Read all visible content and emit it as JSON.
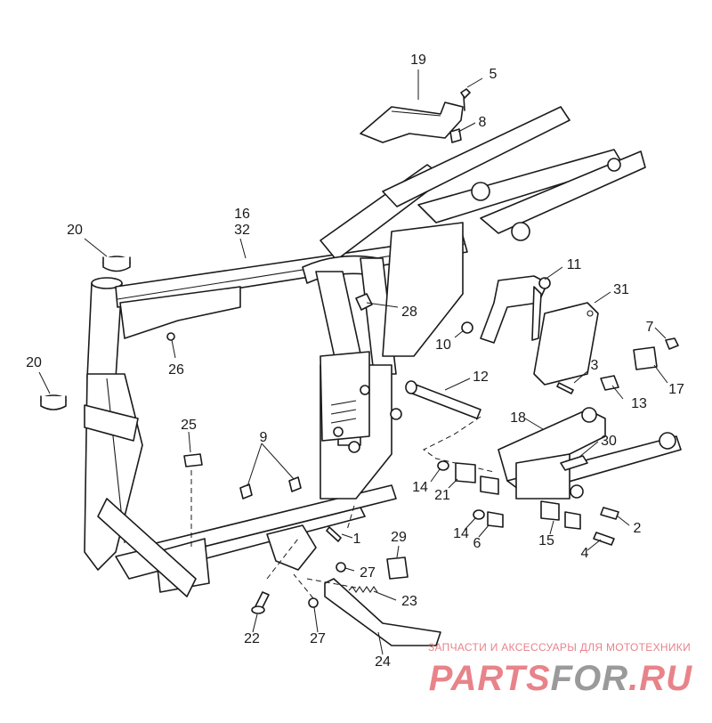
{
  "diagram": {
    "callouts": [
      {
        "id": "c19",
        "label": "19"
      },
      {
        "id": "c5",
        "label": "5"
      },
      {
        "id": "c8",
        "label": "8"
      },
      {
        "id": "c16",
        "label": "16"
      },
      {
        "id": "c32",
        "label": "32"
      },
      {
        "id": "c20a",
        "label": "20"
      },
      {
        "id": "c20b",
        "label": "20"
      },
      {
        "id": "c11",
        "label": "11"
      },
      {
        "id": "c31",
        "label": "31"
      },
      {
        "id": "c28",
        "label": "28"
      },
      {
        "id": "c26",
        "label": "26"
      },
      {
        "id": "c10",
        "label": "10"
      },
      {
        "id": "c7",
        "label": "7"
      },
      {
        "id": "c3",
        "label": "3"
      },
      {
        "id": "c17",
        "label": "17"
      },
      {
        "id": "c12",
        "label": "12"
      },
      {
        "id": "c13",
        "label": "13"
      },
      {
        "id": "c18",
        "label": "18"
      },
      {
        "id": "c25",
        "label": "25"
      },
      {
        "id": "c9",
        "label": "9"
      },
      {
        "id": "c30",
        "label": "30"
      },
      {
        "id": "c14a",
        "label": "14"
      },
      {
        "id": "c21",
        "label": "21"
      },
      {
        "id": "c14b",
        "label": "14"
      },
      {
        "id": "c6",
        "label": "6"
      },
      {
        "id": "c15",
        "label": "15"
      },
      {
        "id": "c2",
        "label": "2"
      },
      {
        "id": "c4",
        "label": "4"
      },
      {
        "id": "c29",
        "label": "29"
      },
      {
        "id": "c1",
        "label": "1"
      },
      {
        "id": "c27a",
        "label": "27"
      },
      {
        "id": "c23",
        "label": "23"
      },
      {
        "id": "c22",
        "label": "22"
      },
      {
        "id": "c27b",
        "label": "27"
      },
      {
        "id": "c24",
        "label": "24"
      }
    ]
  },
  "watermark": {
    "tagline": "ЗАПЧАСТИ И АКСЕССУАРЫ ДЛЯ МОТОТЕХНИКИ",
    "brand_left": "PARTS",
    "brand_mid": "FOR",
    "brand_right": ".RU",
    "color_main": "#e8838a",
    "color_mid": "#9a9a9a"
  }
}
